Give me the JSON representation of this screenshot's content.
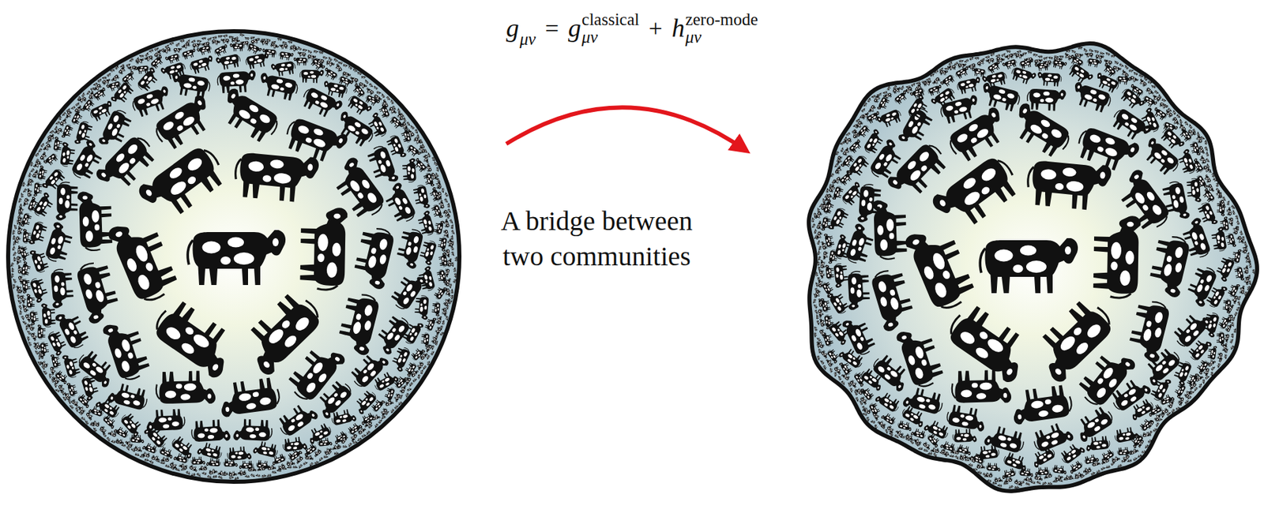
{
  "diagram": {
    "labels": [
      "g",
      "μν",
      "=",
      "g",
      "classical",
      "μν",
      "+",
      "h",
      "zero-mode",
      "μν",
      "A bridge between two communities"
    ]
  }
}
